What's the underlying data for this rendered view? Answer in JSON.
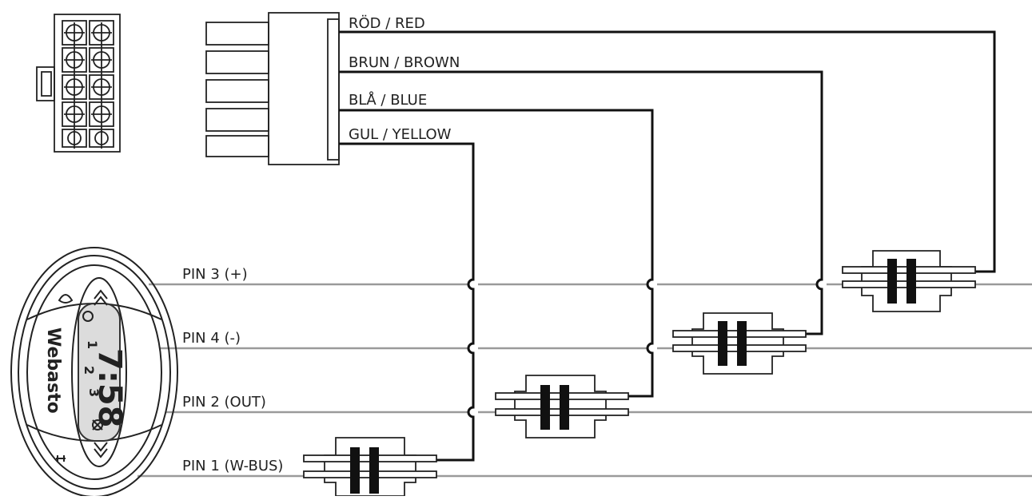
{
  "wires": [
    {
      "label": "RÖD / RED"
    },
    {
      "label": "BRUN / BROWN"
    },
    {
      "label": "BLÅ / BLUE"
    },
    {
      "label": "GUL / YELLOW"
    }
  ],
  "pins": [
    {
      "label": "PIN 3 (+)"
    },
    {
      "label": "PIN 4 (-)"
    },
    {
      "label": "PIN 2 (OUT)"
    },
    {
      "label": "PIN 1 (W-BUS)"
    }
  ],
  "controller": {
    "brand": "Webasto",
    "display": "7:58",
    "mode_numbers": [
      "1",
      "2",
      "3"
    ]
  },
  "colors": {
    "wire": "#111111",
    "pin_line": "#9a9a9a",
    "outline": "#222222"
  }
}
